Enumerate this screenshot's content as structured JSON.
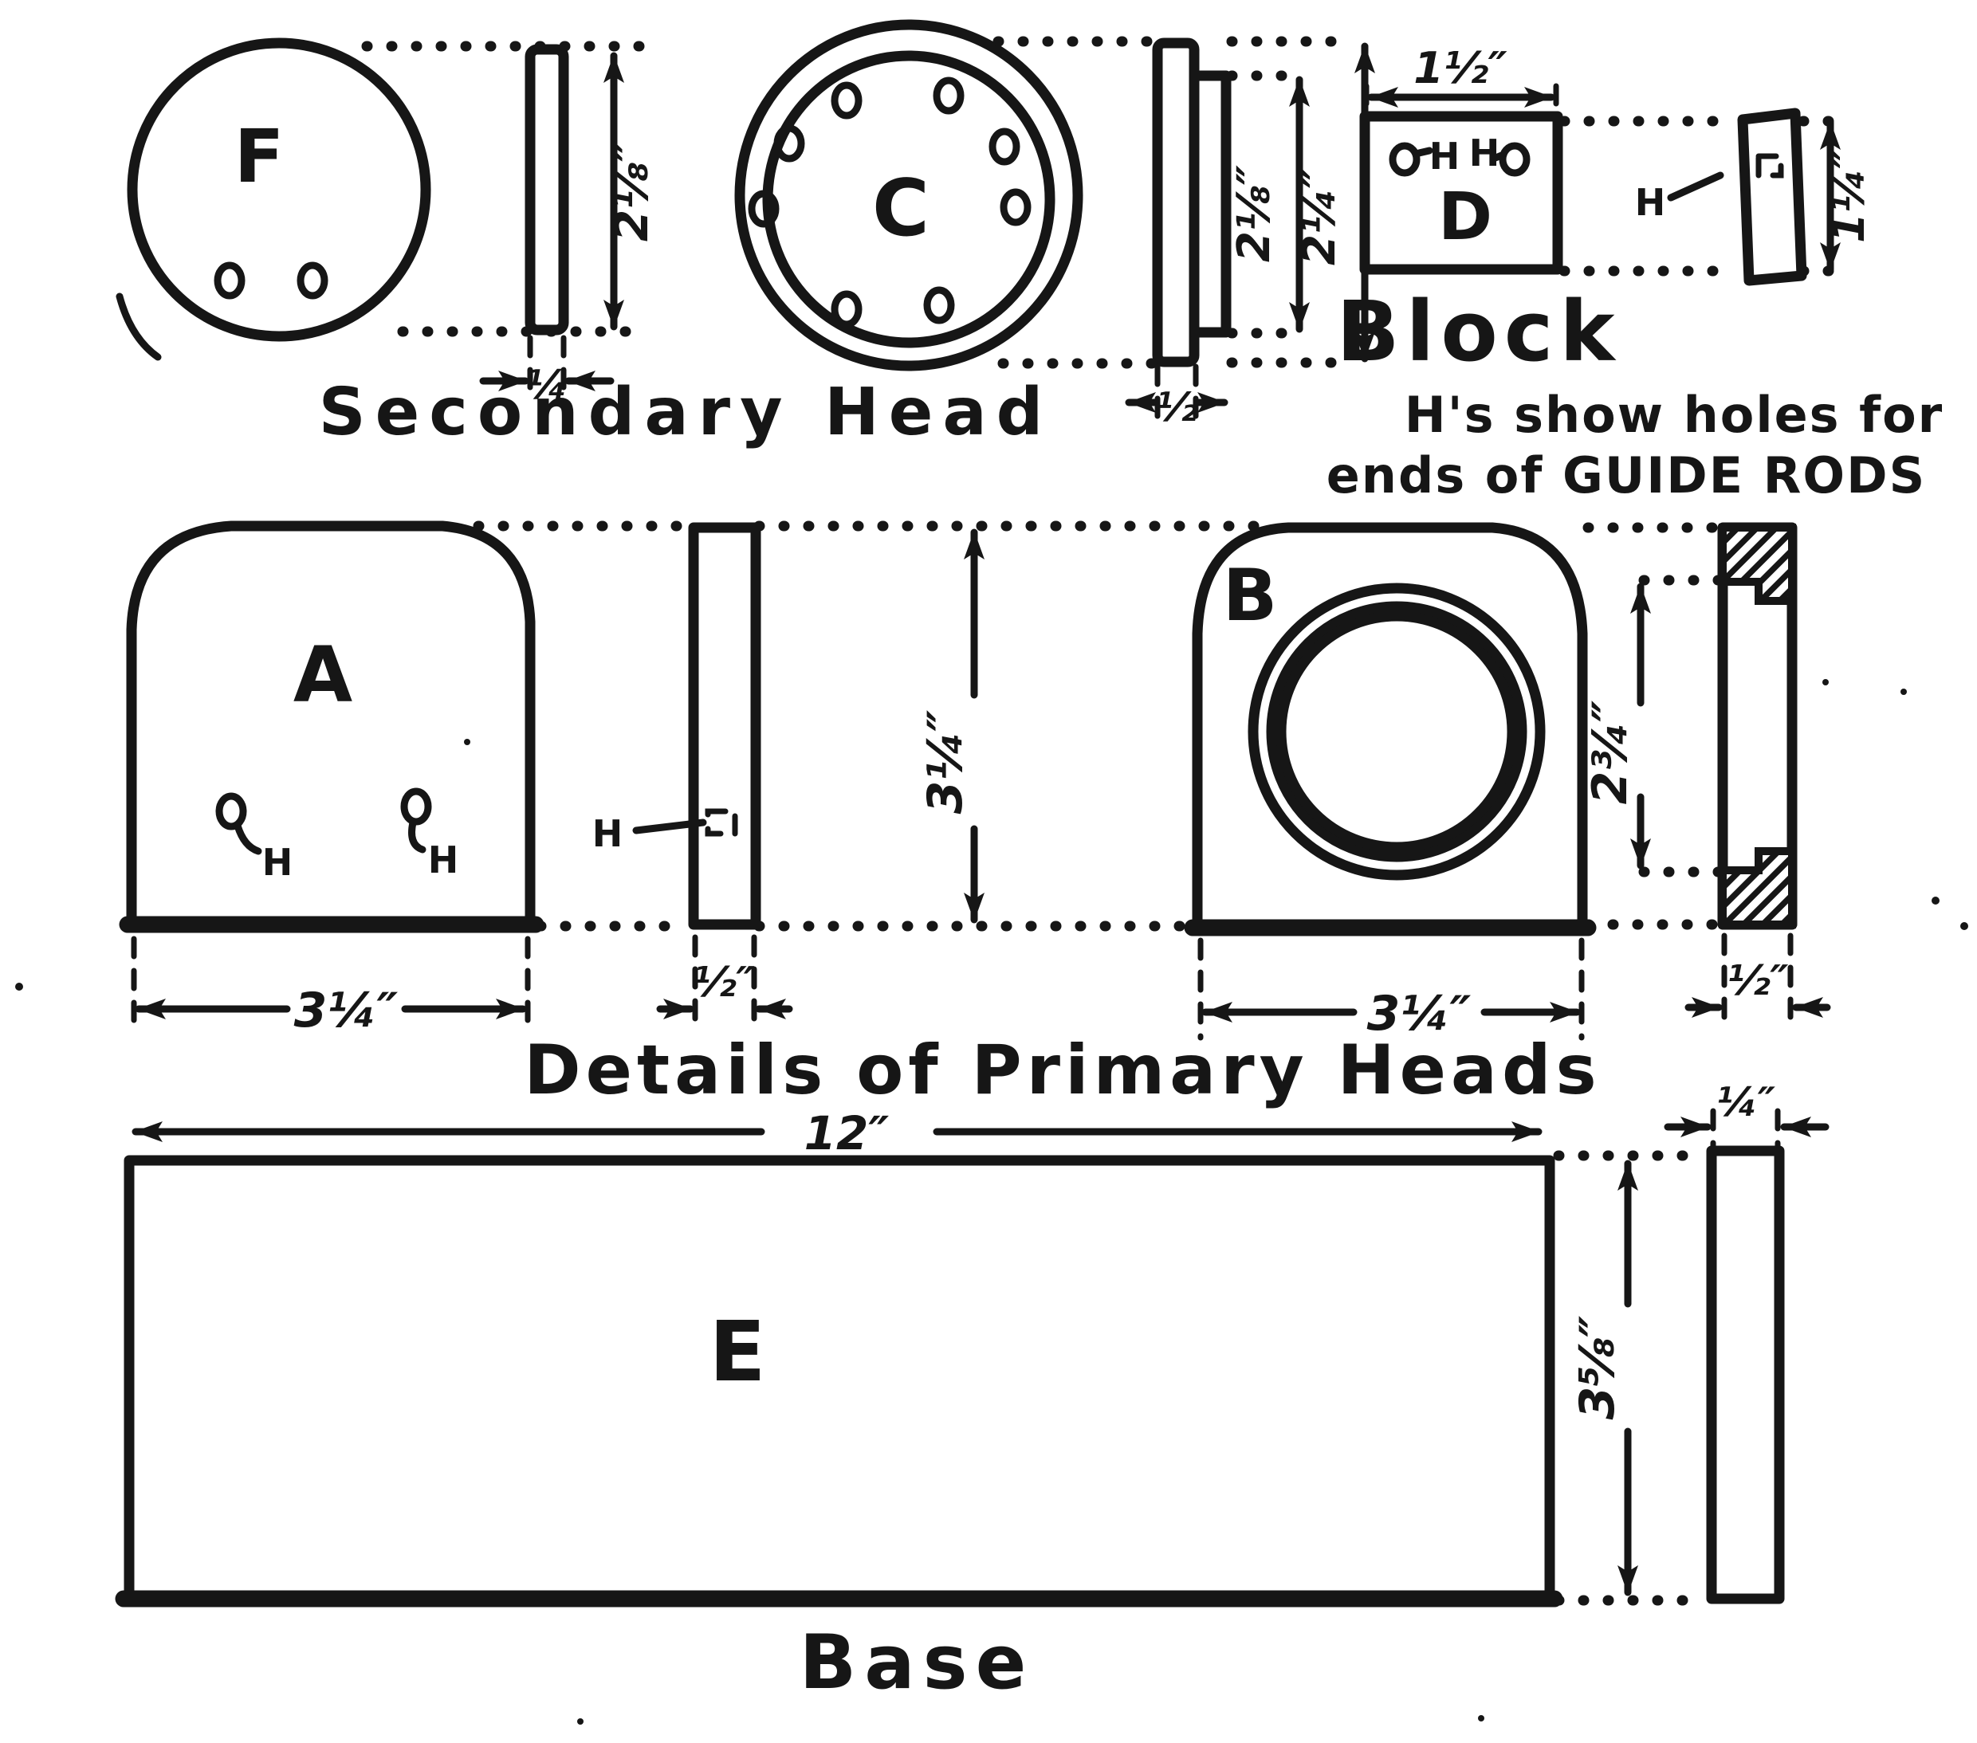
{
  "drawing": {
    "paper_color": "#ffffff",
    "ink_color": "#161616",
    "captions": {
      "secondary_head": "Secondary Head",
      "block": "Block",
      "note_line1": "H's show holes for",
      "note_line2": "ends of GUIDE RODS",
      "primary_heads": "Details of Primary Heads",
      "base": "Base"
    },
    "parts": {
      "f": "F",
      "c": "C",
      "d": "D",
      "a": "A",
      "b": "B",
      "e": "E"
    },
    "hole_label": "H",
    "dims": {
      "f_height": "2⅛″",
      "f_thickness": "¼",
      "c_inner": "2⅛″",
      "c_outer": "2¼″",
      "c_thickness": "½",
      "d_width": "1½″",
      "d_height": "1¼″",
      "a_width": "3¼″",
      "a_thickness": "½″",
      "head_height": "3¼″",
      "b_width": "3¼″",
      "b_opening": "2¾″",
      "b_thickness": "½″",
      "e_length": "12″",
      "e_height": "3⅝″",
      "e_thickness": "¼″"
    }
  }
}
